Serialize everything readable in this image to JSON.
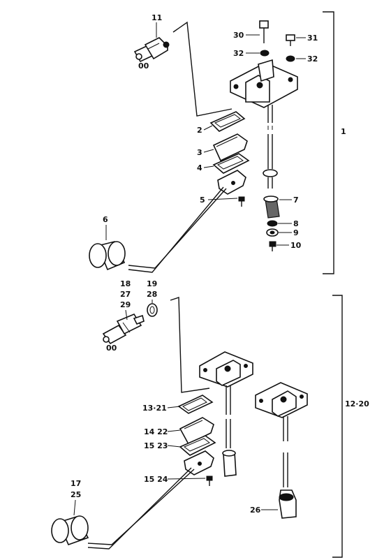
{
  "diagram": {
    "group_labels": {
      "upper": "1",
      "lower": "12·20"
    },
    "callouts": {
      "c1": "11",
      "c2": "30",
      "c3": "31",
      "c4": "32",
      "c5": "32",
      "c6": "2",
      "c7": "3",
      "c8": "4",
      "c9": "5",
      "c10": "6",
      "c11": "7",
      "c12": "8",
      "c13": "9",
      "c14": "10",
      "c15": "18",
      "c16": "27",
      "c17": "29",
      "c18": "19",
      "c19": "28",
      "c20": "13·21",
      "c21": "14 22",
      "c22": "15 23",
      "c23": "15 24",
      "c24": "17",
      "c25": "25",
      "c26": "26"
    },
    "marks": {
      "oo_upper": "00",
      "oo_lower": "00"
    }
  }
}
